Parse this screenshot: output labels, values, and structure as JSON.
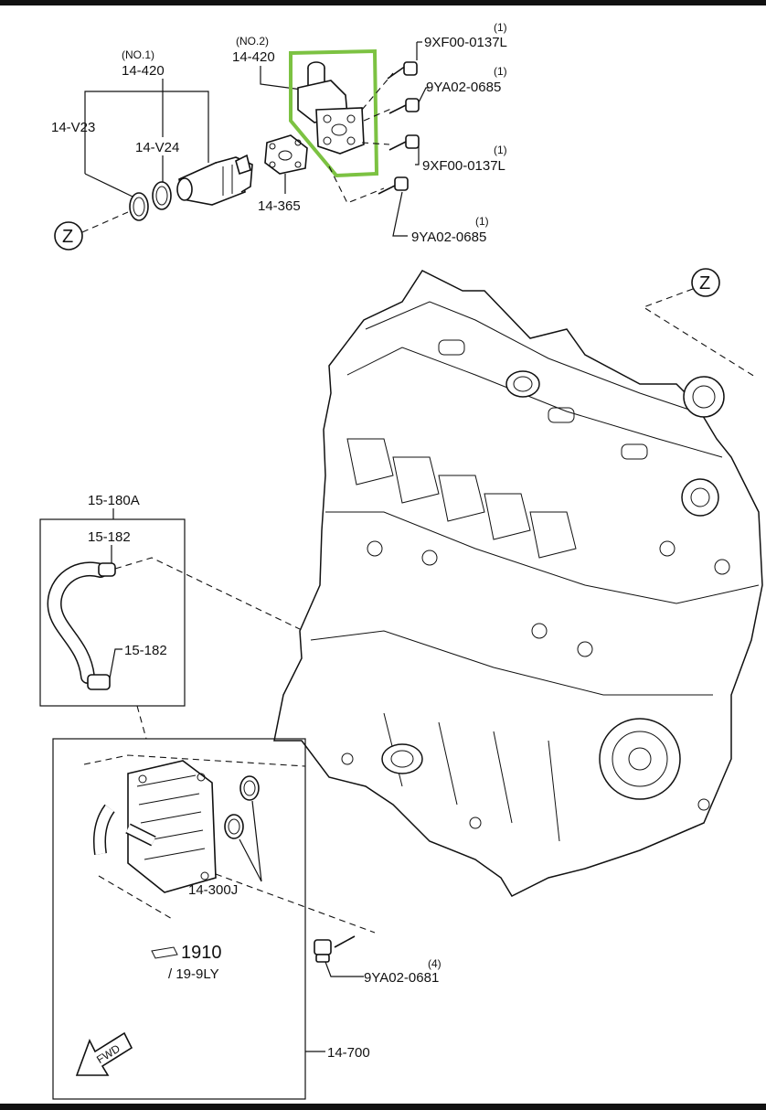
{
  "callouts": {
    "ocv1_no": "(NO.1)",
    "ocv1_part": "14-420",
    "ocv2_no": "(NO.2)",
    "ocv2_part": "14-420",
    "oring_a": "14-V23",
    "oring_b": "14-V24",
    "gasket": "14-365",
    "bolt_top_qty": "(1)",
    "bolt_top": "9XF00-0137L",
    "bolt_2_qty": "(1)",
    "bolt_2": "9YA02-0685",
    "bolt_3_qty": "(1)",
    "bolt_3": "9XF00-0137L",
    "bolt_4_qty": "(1)",
    "bolt_4": "9YA02-0685",
    "ref_z_left": "Z",
    "ref_z_right": "Z",
    "hose_kit": "15-180A",
    "clamp_top": "15-182",
    "clamp_bottom": "15-182",
    "cooler_orings": "14-300J",
    "see_ref": "1910",
    "see_ref_sub": "/ 19-9LY",
    "bolt_cooler_qty": "(4)",
    "bolt_cooler": "9YA02-0681",
    "oil_cooler": "14-700",
    "fwd": "FWD"
  },
  "colors": {
    "highlight": "#7cc242",
    "line": "#111111",
    "background": "#ffffff"
  }
}
